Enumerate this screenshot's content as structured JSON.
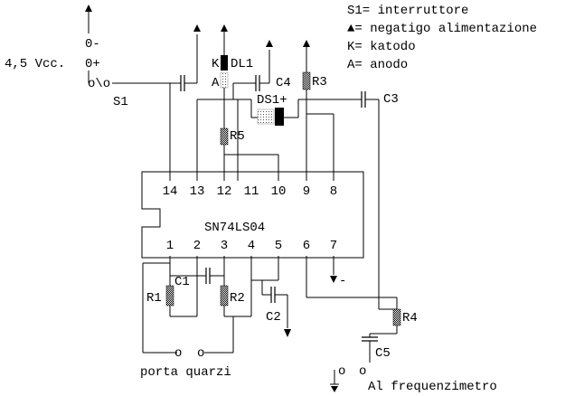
{
  "legend": {
    "s1": "S1= interruttore",
    "neg": "▲= negatigo alimentazione",
    "k": "K= katodo",
    "a": "A= anodo"
  },
  "supply": {
    "neg": "0-",
    "pos": "0+",
    "volt": "4,5 Vcc."
  },
  "switch": "S1",
  "ic": {
    "name": "SN74LS04",
    "top_pins": [
      "14",
      "13",
      "12",
      "11",
      "10",
      "9",
      "8"
    ],
    "bottom_pins": [
      "1",
      "2",
      "3",
      "4",
      "5",
      "6",
      "7"
    ]
  },
  "parts": {
    "k": "K",
    "a": "A",
    "dl1": "DL1",
    "c4": "C4",
    "r3": "R3",
    "ds1": "DS1+",
    "c3": "C3",
    "r5": "R5",
    "c1": "C1",
    "r1": "R1",
    "r2": "R2",
    "c2": "C2",
    "r4": "R4",
    "c5": "C5",
    "gnd7": "-"
  },
  "footer": {
    "porta": "porta quarzi",
    "freq": "Al frequenzimetro"
  }
}
